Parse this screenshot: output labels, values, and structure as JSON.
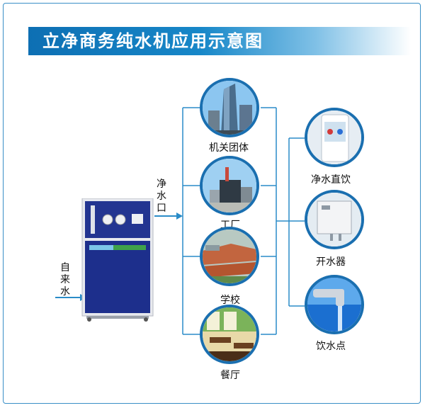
{
  "title": "立净商务纯水机应用示意图",
  "inlet_label": [
    "自",
    "来",
    "水"
  ],
  "outlet_label": [
    "净",
    "水",
    "口"
  ],
  "applications": [
    {
      "label": "机关团体",
      "icon": "office-building-photo"
    },
    {
      "label": "工厂",
      "icon": "factory-photo"
    },
    {
      "label": "学校",
      "icon": "school-campus-photo"
    },
    {
      "label": "餐厅",
      "icon": "restaurant-photo"
    }
  ],
  "devices": [
    {
      "label": "净水直饮",
      "icon": "water-dispenser-photo"
    },
    {
      "label": "开水器",
      "icon": "water-boiler-photo"
    },
    {
      "label": "饮水点",
      "icon": "water-tap-photo"
    }
  ],
  "colors": {
    "accent": "#0d6fb3",
    "line": "#2a8cc8",
    "cabinet": "#1d2f8c"
  }
}
